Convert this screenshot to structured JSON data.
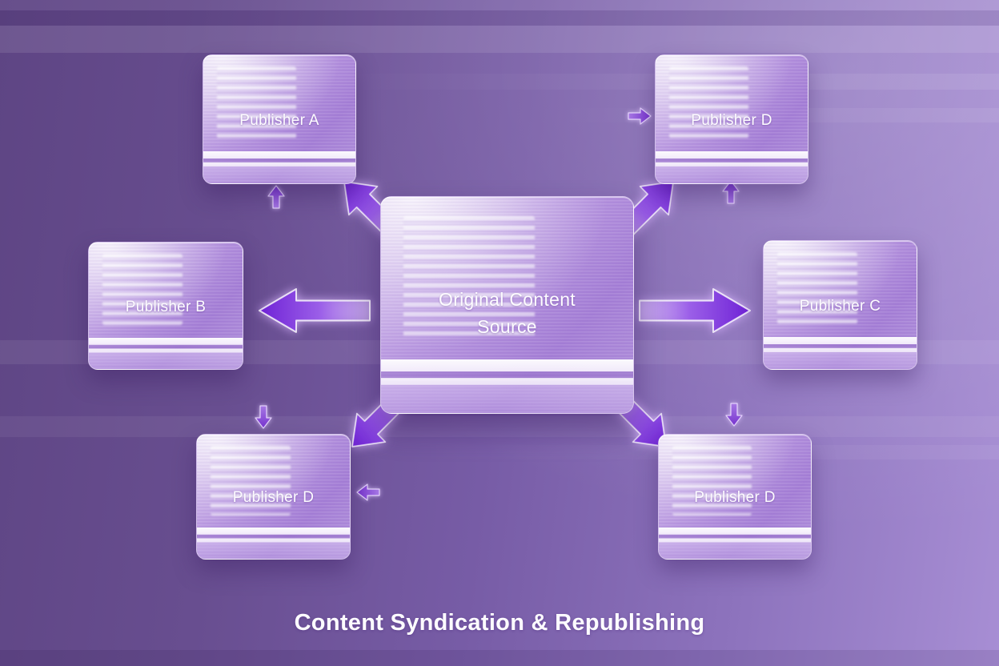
{
  "title": "Content Syndication & Republishing",
  "center": {
    "id": "original-content-source",
    "label": "Original Content Source"
  },
  "publishers": [
    {
      "id": "publisher-a",
      "label": "Publisher A",
      "position": "top-left"
    },
    {
      "id": "publisher-d-top-right",
      "label": "Publisher D",
      "position": "top-right"
    },
    {
      "id": "publisher-b",
      "label": "Publisher B",
      "position": "middle-left"
    },
    {
      "id": "publisher-c",
      "label": "Publisher C",
      "position": "middle-right"
    },
    {
      "id": "publisher-d-bottom-left",
      "label": "Publisher D",
      "position": "bottom-left"
    },
    {
      "id": "publisher-d-bottom-right",
      "label": "Publisher D",
      "position": "bottom-right"
    }
  ],
  "connections": [
    {
      "from": "original-content-source",
      "to": "publisher-a",
      "style": "large-arrow",
      "direction": "up-left"
    },
    {
      "from": "original-content-source",
      "to": "publisher-d-top-right",
      "style": "large-arrow",
      "direction": "up-right"
    },
    {
      "from": "original-content-source",
      "to": "publisher-b",
      "style": "large-arrow",
      "direction": "left"
    },
    {
      "from": "original-content-source",
      "to": "publisher-c",
      "style": "large-arrow",
      "direction": "right"
    },
    {
      "from": "original-content-source",
      "to": "publisher-d-bottom-left",
      "style": "large-arrow",
      "direction": "down-left"
    },
    {
      "from": "original-content-source",
      "to": "publisher-d-bottom-right",
      "style": "large-arrow",
      "direction": "down-right"
    },
    {
      "to": "publisher-a",
      "style": "small-arrow",
      "direction": "up"
    },
    {
      "to": "publisher-d-top-right",
      "style": "small-arrow",
      "direction": "right"
    },
    {
      "to": "publisher-d-top-right",
      "style": "small-arrow",
      "direction": "up"
    },
    {
      "to": "publisher-d-bottom-left",
      "style": "small-arrow",
      "direction": "down"
    },
    {
      "to": "publisher-d-bottom-left",
      "style": "small-arrow",
      "direction": "left"
    },
    {
      "to": "publisher-d-bottom-right",
      "style": "small-arrow",
      "direction": "down"
    }
  ],
  "colors": {
    "background_dark": "#5e4584",
    "background_light": "#a78ed4",
    "arrow_purple": "#7526dd",
    "arrow_light": "#c9a9ef",
    "node_lavender": "#b897e0",
    "text_white": "#fdfcff"
  }
}
